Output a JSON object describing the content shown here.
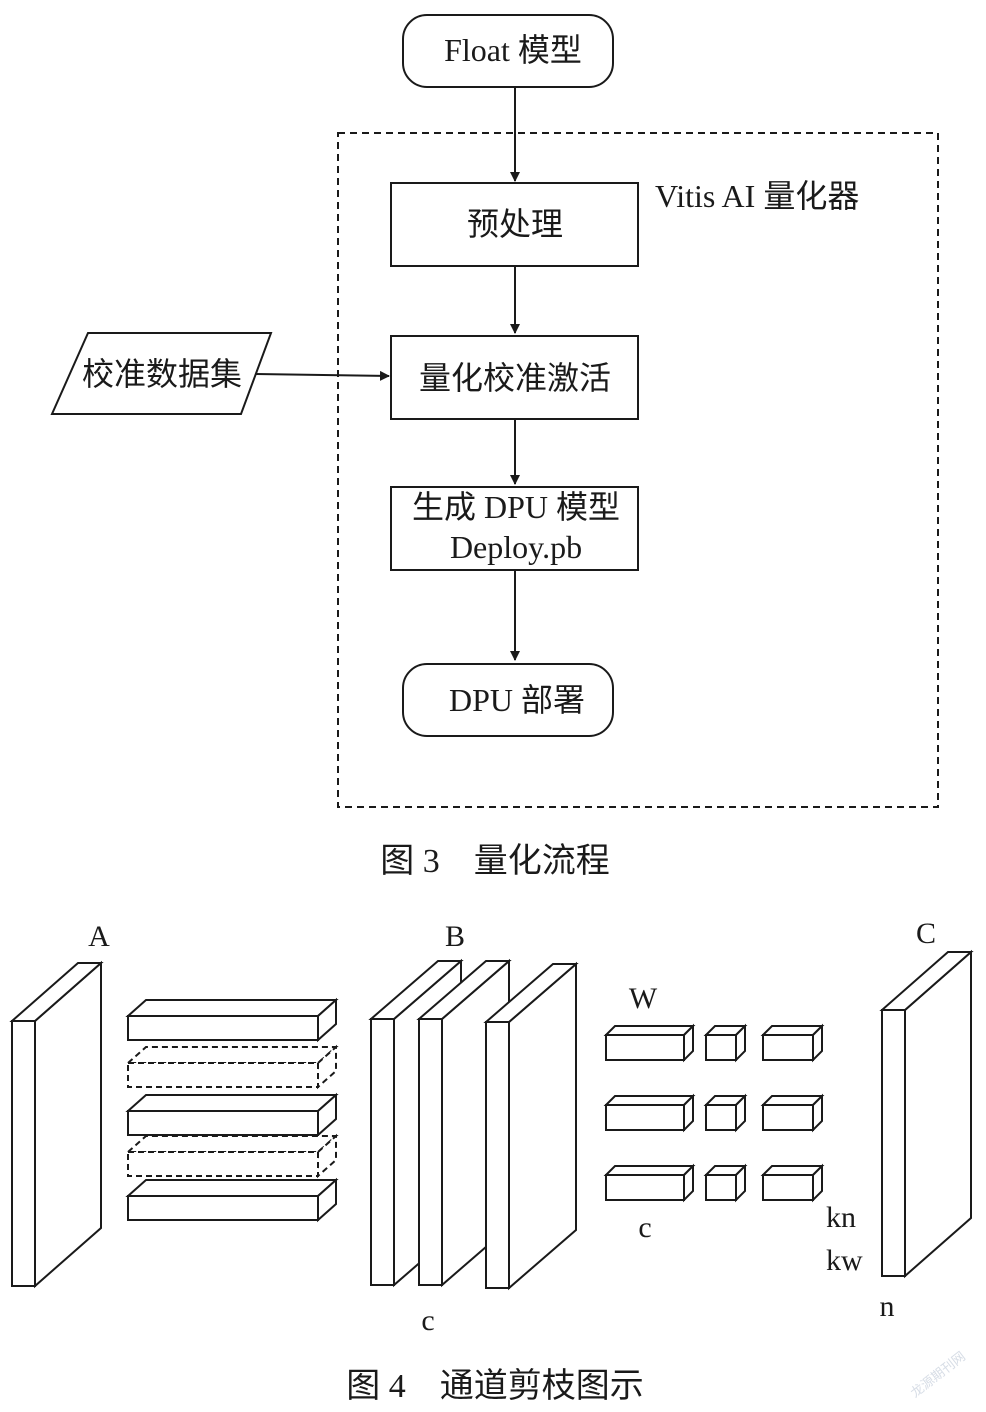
{
  "figure3": {
    "nodes": {
      "float_model": "Float 模型",
      "quantizer": "Vitis AI 量化器",
      "preprocess": "预处理",
      "calibration_dataset": "校准数据集",
      "quant_calib_activation": "量化校准激活",
      "generate_dpu_line1": "生成 DPU 模型",
      "generate_dpu_line2": "Deploy.pb",
      "dpu_deploy": "DPU 部署"
    },
    "caption": "图 3　量化流程"
  },
  "figure4": {
    "labels": {
      "A": "A",
      "B": "B",
      "C": "C",
      "W": "W",
      "c_kernel": "c",
      "c_feature": "c",
      "kn": "kn",
      "kw": "kw",
      "n": "n"
    },
    "caption": "图 4　通道剪枝图示"
  },
  "watermark": "龙源期刊网",
  "colors": {
    "ink": "#1a1a1a",
    "background": "#ffffff"
  }
}
